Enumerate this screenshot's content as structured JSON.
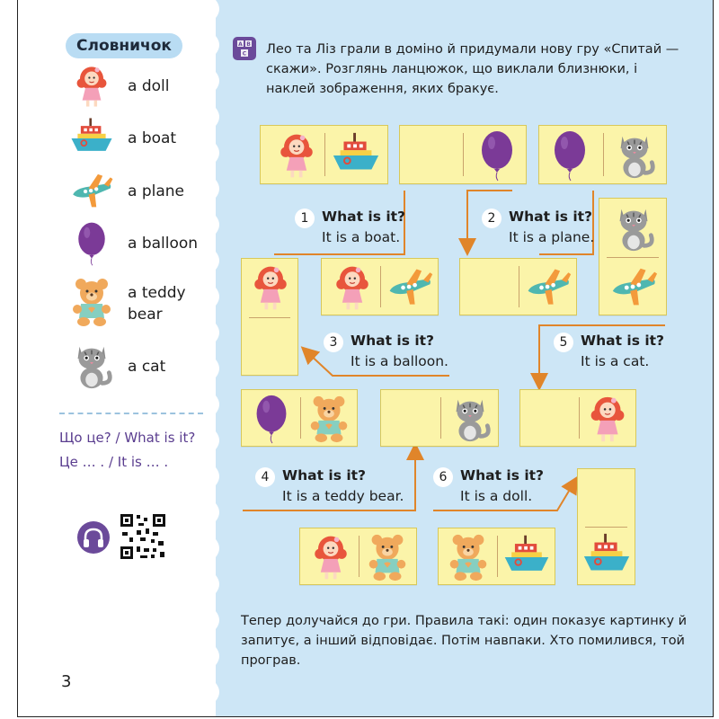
{
  "sidebar": {
    "title": "Словничок",
    "vocabulary": [
      {
        "icon": "doll-icon",
        "label": "a doll"
      },
      {
        "icon": "boat-icon",
        "label": "a boat"
      },
      {
        "icon": "plane-icon",
        "label": "a plane"
      },
      {
        "icon": "balloon-icon",
        "label": "a balloon"
      },
      {
        "icon": "teddy-bear-icon",
        "label_line1": "a teddy",
        "label_line2": "bear"
      },
      {
        "icon": "cat-icon",
        "label": "a cat"
      }
    ],
    "phrase_question": "Що це? / What is it?",
    "phrase_answer": "Це … . / It is … .",
    "audio_icon": "headphones-icon",
    "qr_icon": "qr-code-icon"
  },
  "main": {
    "intro_icon": "abc-blocks-icon",
    "intro_text": "Лео та Ліз грали в доміно й придумали нову гру «Спитай — скажи». Розглянь ланцюжок, що виклали близнюки, і наклей зображення, яких бракує.",
    "dialogues": [
      {
        "num": "1",
        "question": "What is it?",
        "answer": "It is a boat."
      },
      {
        "num": "2",
        "question": "What is it?",
        "answer": "It is a plane."
      },
      {
        "num": "3",
        "question": "What is it?",
        "answer": "It is a balloon."
      },
      {
        "num": "5",
        "question": "What is it?",
        "answer": "It is a cat."
      },
      {
        "num": "4",
        "question": "What is it?",
        "answer": "It is a teddy bear."
      },
      {
        "num": "6",
        "question": "What is it?",
        "answer": "It is a doll."
      }
    ],
    "outro_text": "Тепер долучайся до гри. Правила такі: один показує картинку й запитує, а інший відповідає. Потім навпаки. Хто помилився, той програв."
  },
  "page_number": "3",
  "colors": {
    "panel": "#cde6f6",
    "tile": "#fbf4a9",
    "arrow": "#e0852a",
    "accent_purple": "#5a3d8f"
  }
}
